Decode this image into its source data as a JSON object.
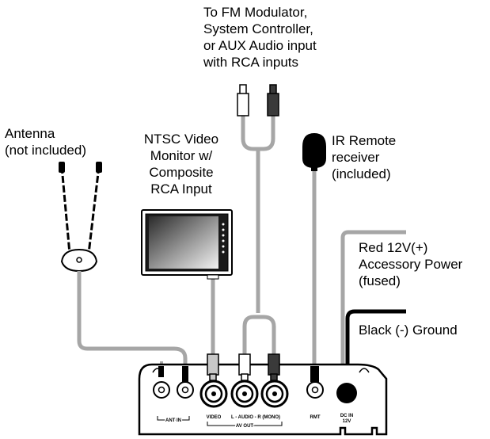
{
  "labels": {
    "fm_modulator": [
      "To FM Modulator,",
      "System Controller,",
      "or AUX Audio input",
      "with RCA inputs"
    ],
    "antenna": [
      "Antenna",
      "(not included)"
    ],
    "monitor": [
      "NTSC Video",
      "Monitor w/",
      "Composite",
      "RCA Input"
    ],
    "ir_remote": [
      "IR Remote",
      "receiver",
      "(included)"
    ],
    "power_red": [
      "Red 12V(+)",
      "Accessory Power",
      "(fused)"
    ],
    "ground_black": [
      "Black (-) Ground"
    ]
  },
  "panel": {
    "ant_in": "ANT IN",
    "video": "VIDEO",
    "audio": "L  -  AUDIO  -  R (MONO)",
    "av_out": "AV OUT",
    "rmt": "RMT",
    "dc_in_1": "DC IN",
    "dc_in_2": "12V"
  },
  "colors": {
    "gray_cable": "#a6a6a6",
    "black_cable": "#000000",
    "plug_dark": "#3a3a3a"
  }
}
